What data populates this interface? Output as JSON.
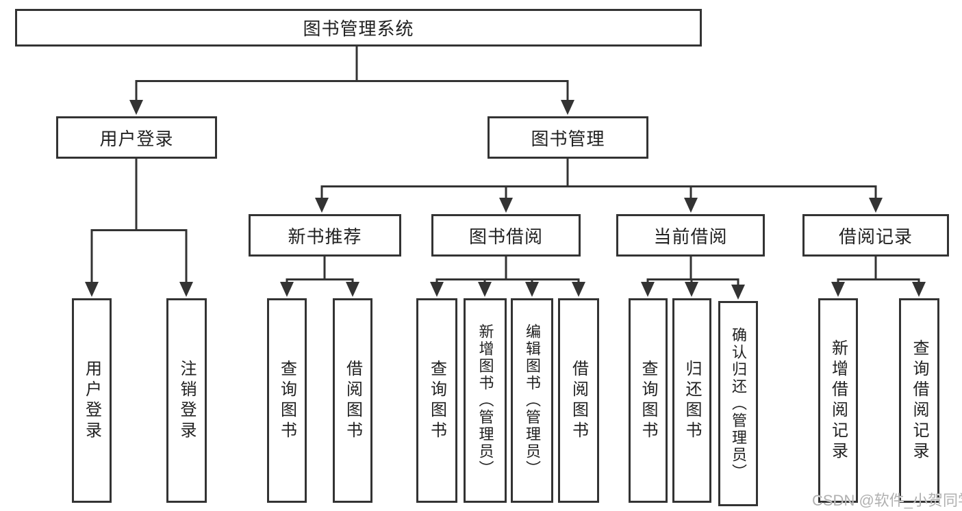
{
  "tree": {
    "label": "图书管理系统",
    "children": [
      {
        "label": "用户登录",
        "children": [
          {
            "label": "用户登录"
          },
          {
            "label": "注销登录"
          }
        ]
      },
      {
        "label": "图书管理",
        "children": [
          {
            "label": "新书推荐",
            "children": [
              {
                "label": "查询图书"
              },
              {
                "label": "借阅图书"
              }
            ]
          },
          {
            "label": "图书借阅",
            "children": [
              {
                "label": "查询图书"
              },
              {
                "label": "新增图书（管理员）"
              },
              {
                "label": "编辑图书（管理员）"
              },
              {
                "label": "借阅图书"
              }
            ]
          },
          {
            "label": "当前借阅",
            "children": [
              {
                "label": "查询图书"
              },
              {
                "label": "归还图书"
              },
              {
                "label": "确认归还（管理员）"
              }
            ]
          },
          {
            "label": "借阅记录",
            "children": [
              {
                "label": "新增借阅记录"
              },
              {
                "label": "查询借阅记录"
              }
            ]
          }
        ]
      }
    ]
  },
  "watermark": "CSDN @软件_小贺同学",
  "colors": {
    "line": "#333333",
    "text": "#212121",
    "watermark": "#b0b0b0",
    "box_fill": "#ffffff",
    "background": "#ffffff"
  }
}
